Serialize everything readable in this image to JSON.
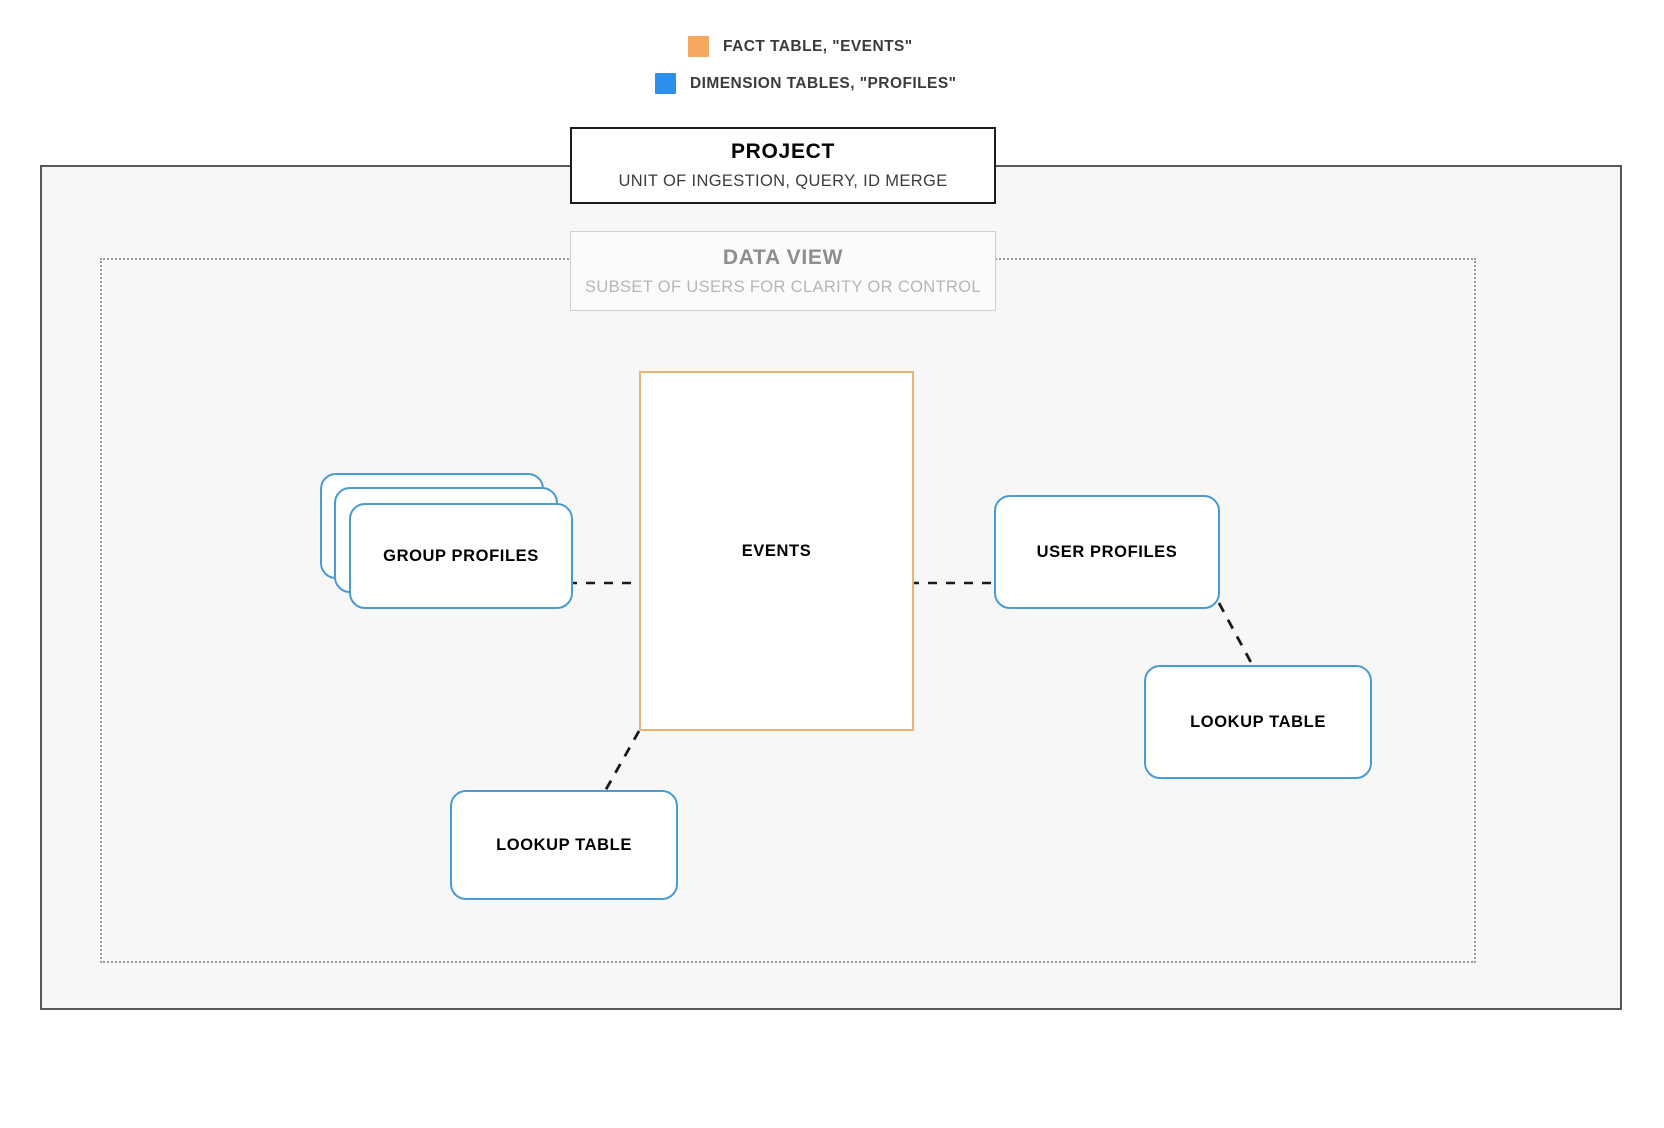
{
  "legend": {
    "items": [
      {
        "label": "FACT TABLE, \"EVENTS\"",
        "color": "#f5a95e",
        "swatch_name": "legend-swatch-fact"
      },
      {
        "label": "DIMENSION TABLES, \"PROFILES\"",
        "color": "#2d8fea",
        "swatch_name": "legend-swatch-dimension"
      }
    ]
  },
  "project": {
    "title": "PROJECT",
    "subtitle": "UNIT OF INGESTION, QUERY, ID MERGE"
  },
  "data_view": {
    "title": "DATA VIEW",
    "subtitle": "SUBSET OF USERS FOR CLARITY OR CONTROL"
  },
  "nodes": {
    "events": "EVENTS",
    "group_profiles": "GROUP PROFILES",
    "user_profiles": "USER PROFILES",
    "lookup_table_left": "LOOKUP TABLE",
    "lookup_table_right": "LOOKUP TABLE"
  },
  "colors": {
    "fact_table_border": "#e8b472",
    "dimension_border": "#4a9ad4",
    "project_border": "#1d1d1d",
    "data_view_border": "#cfcfcf",
    "container_border": "#595959",
    "container_fill": "#f7f7f7",
    "connector": "#1a1a1a"
  },
  "connectors": [
    {
      "name": "group-profiles-to-events",
      "style": "dashed",
      "from": "GROUP PROFILES",
      "to": "EVENTS"
    },
    {
      "name": "events-to-user-profiles",
      "style": "dashed",
      "from": "EVENTS",
      "to": "USER PROFILES"
    },
    {
      "name": "events-to-lookup-left",
      "style": "dashed",
      "from": "EVENTS",
      "to": "LOOKUP TABLE"
    },
    {
      "name": "user-profiles-to-lookup-right",
      "style": "dashed",
      "from": "USER PROFILES",
      "to": "LOOKUP TABLE"
    }
  ]
}
